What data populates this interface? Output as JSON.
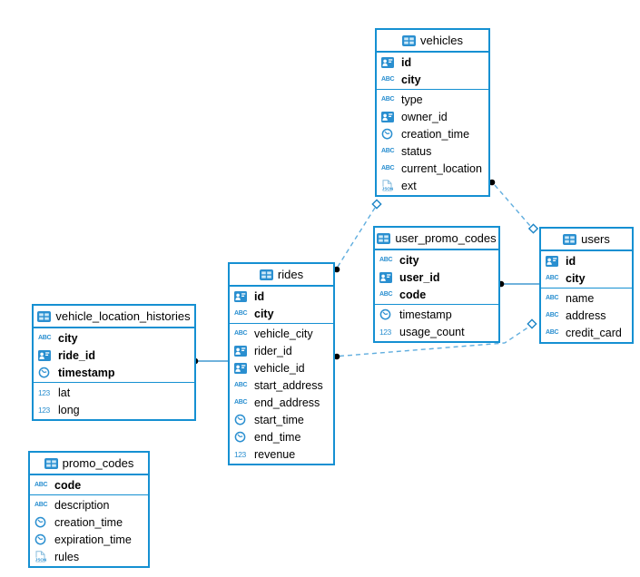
{
  "icons": {
    "abc": "ABC",
    "num": "123",
    "json": "JSON"
  },
  "tables": [
    {
      "name": "vehicles",
      "key_columns": [
        {
          "type": "uuid",
          "name": "id"
        },
        {
          "type": "abc",
          "name": "city"
        }
      ],
      "columns": [
        {
          "type": "abc",
          "name": "type"
        },
        {
          "type": "uuid",
          "name": "owner_id"
        },
        {
          "type": "time",
          "name": "creation_time"
        },
        {
          "type": "abc",
          "name": "status"
        },
        {
          "type": "abc",
          "name": "current_location"
        },
        {
          "type": "json",
          "name": "ext"
        }
      ]
    },
    {
      "name": "user_promo_codes",
      "key_columns": [
        {
          "type": "abc",
          "name": "city"
        },
        {
          "type": "uuid",
          "name": "user_id"
        },
        {
          "type": "abc",
          "name": "code"
        }
      ],
      "columns": [
        {
          "type": "time",
          "name": "timestamp"
        },
        {
          "type": "num",
          "name": "usage_count"
        }
      ]
    },
    {
      "name": "users",
      "key_columns": [
        {
          "type": "uuid",
          "name": "id"
        },
        {
          "type": "abc",
          "name": "city"
        }
      ],
      "columns": [
        {
          "type": "abc",
          "name": "name"
        },
        {
          "type": "abc",
          "name": "address"
        },
        {
          "type": "abc",
          "name": "credit_card"
        }
      ]
    },
    {
      "name": "rides",
      "key_columns": [
        {
          "type": "uuid",
          "name": "id"
        },
        {
          "type": "abc",
          "name": "city"
        }
      ],
      "columns": [
        {
          "type": "abc",
          "name": "vehicle_city"
        },
        {
          "type": "uuid",
          "name": "rider_id"
        },
        {
          "type": "uuid",
          "name": "vehicle_id"
        },
        {
          "type": "abc",
          "name": "start_address"
        },
        {
          "type": "abc",
          "name": "end_address"
        },
        {
          "type": "time",
          "name": "start_time"
        },
        {
          "type": "time",
          "name": "end_time"
        },
        {
          "type": "num",
          "name": "revenue"
        }
      ]
    },
    {
      "name": "vehicle_location_histories",
      "key_columns": [
        {
          "type": "abc",
          "name": "city"
        },
        {
          "type": "uuid",
          "name": "ride_id"
        },
        {
          "type": "time",
          "name": "timestamp"
        }
      ],
      "columns": [
        {
          "type": "num",
          "name": "lat"
        },
        {
          "type": "num",
          "name": "long"
        }
      ]
    },
    {
      "name": "promo_codes",
      "key_columns": [
        {
          "type": "abc",
          "name": "code"
        }
      ],
      "columns": [
        {
          "type": "abc",
          "name": "description"
        },
        {
          "type": "time",
          "name": "creation_time"
        },
        {
          "type": "time",
          "name": "expiration_time"
        },
        {
          "type": "json",
          "name": "rules"
        }
      ]
    }
  ],
  "relations": [
    {
      "from": "vehicles",
      "to": "rides",
      "style": "dashed"
    },
    {
      "from": "vehicles",
      "to": "users",
      "style": "dashed"
    },
    {
      "from": "rides",
      "to": "users",
      "style": "dashed"
    },
    {
      "from": "user_promo_codes",
      "to": "users",
      "style": "solid"
    },
    {
      "from": "vehicle_location_histories",
      "to": "rides",
      "style": "solid"
    }
  ],
  "colors": {
    "accent": "#1590d2",
    "icon_blue": "#2a8fd0",
    "dash": "#5fadde",
    "endpoint_dot": "#000000"
  }
}
